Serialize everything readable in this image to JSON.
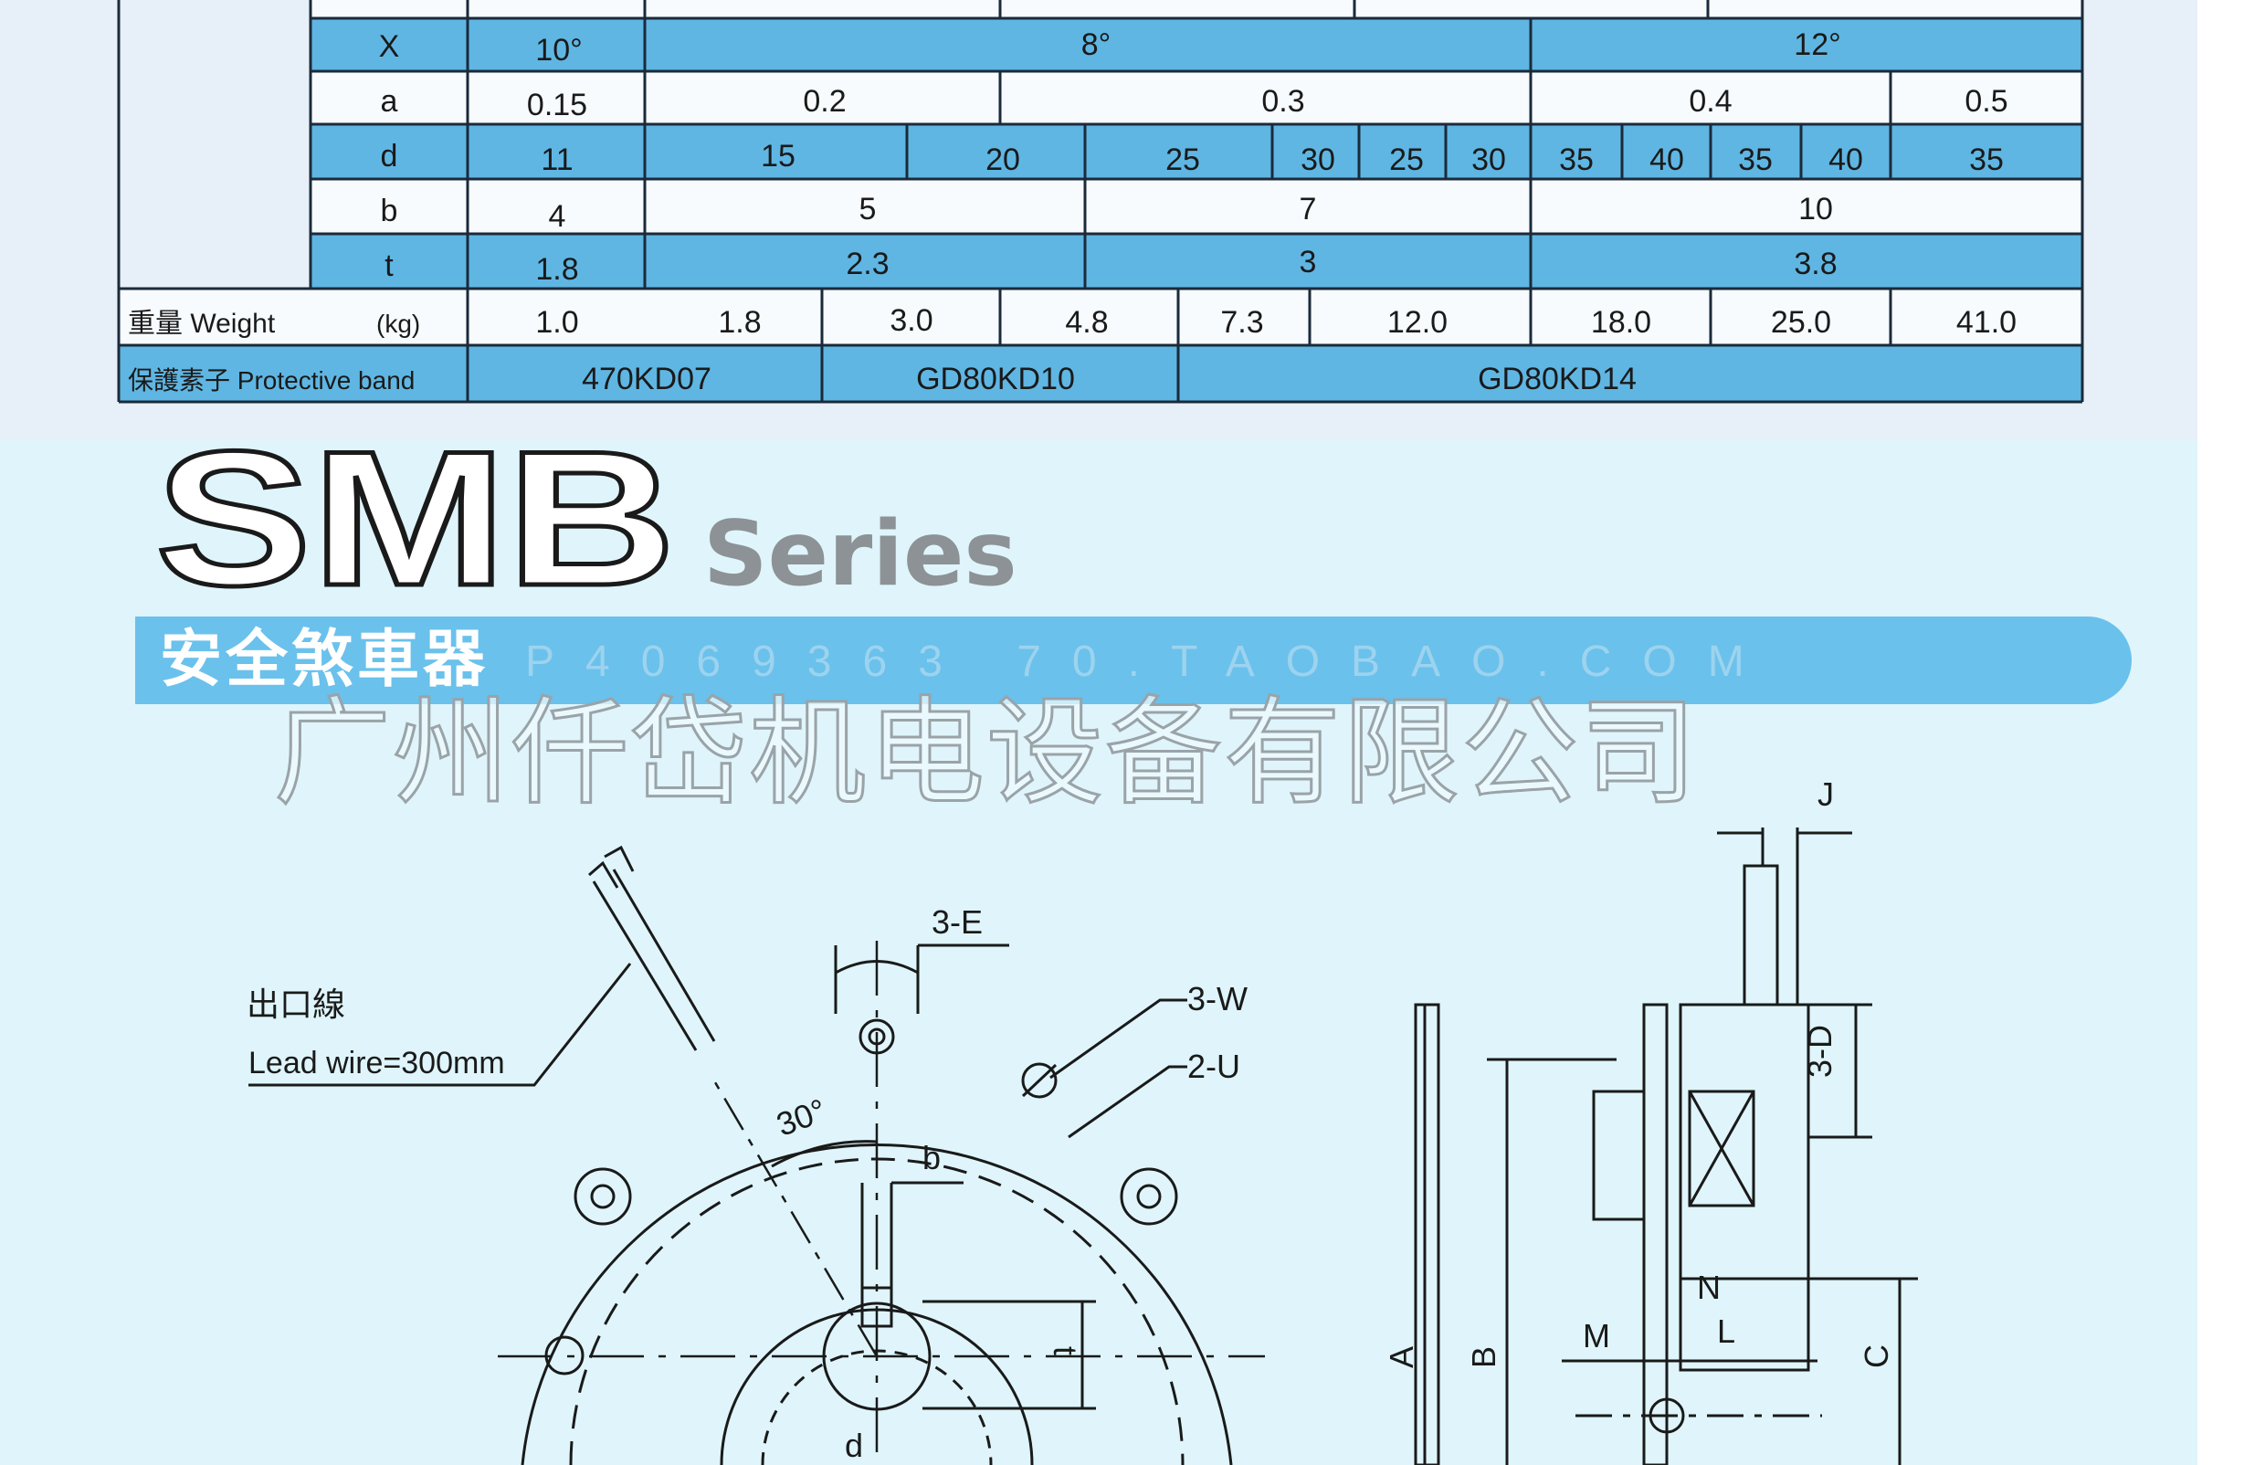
{
  "spec_table": {
    "colors": {
      "row_blue": "#5fb6e3",
      "row_white": "#f7fbfe",
      "border": "#1b2a3a"
    },
    "rows": {
      "X": {
        "label": "X",
        "cells": [
          "10°",
          "8°",
          "12°"
        ]
      },
      "a": {
        "label": "a",
        "cells": [
          "0.15",
          "0.2",
          "0.3",
          "0.4",
          "0.5"
        ]
      },
      "d": {
        "label": "d",
        "cells": [
          "11",
          "15",
          "20",
          "25",
          "30",
          "25",
          "30",
          "35",
          "40",
          "35",
          "40",
          "35"
        ]
      },
      "b": {
        "label": "b",
        "cells": [
          "4",
          "5",
          "7",
          "10"
        ]
      },
      "t": {
        "label": "t",
        "cells": [
          "1.8",
          "2.3",
          "3",
          "3.8"
        ]
      },
      "weight": {
        "label": "重量 Weight",
        "unit": "(kg)",
        "cells": [
          "1.0",
          "1.8",
          "3.0",
          "4.8",
          "7.3",
          "12.0",
          "18.0",
          "25.0",
          "41.0"
        ]
      },
      "band": {
        "label": "保護素子 Protective band",
        "cells": [
          "470KD07",
          "GD80KD10",
          "GD80KD14"
        ]
      }
    }
  },
  "title": {
    "brand": "SMB",
    "series": "Series"
  },
  "band": {
    "title": "安全煞車器",
    "url": "P4069363 70.TAOBAO.COM",
    "color": "#6ac1ec"
  },
  "watermark": "广州仟岱机电设备有限公司",
  "drawing": {
    "lead_wire": {
      "label_cn": "出口線",
      "label_en": "Lead wire=300mm"
    },
    "dims": {
      "E": "3-E",
      "W": "3-W",
      "U": "2-U",
      "angle": "30°",
      "b": "b",
      "t": "t",
      "d": "d",
      "J": "J",
      "D": "3-D",
      "N": "N",
      "L": "L",
      "M": "M",
      "A": "A",
      "B": "B",
      "C": "C"
    }
  }
}
